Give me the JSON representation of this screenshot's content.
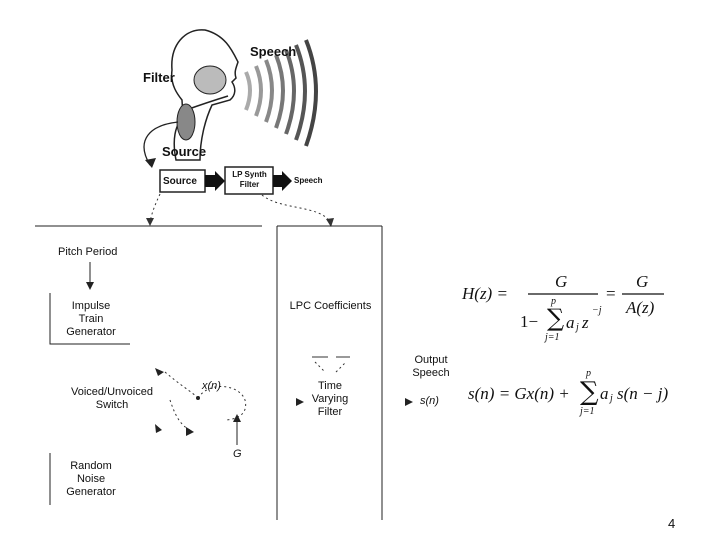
{
  "illustration": {
    "filter_label": "Filter",
    "speech_label": "Speech",
    "source_label": "Source",
    "block_source": "Source",
    "block_lp_line1": "LP Synth",
    "block_lp_line2": "Filter",
    "block_output": "Speech"
  },
  "model": {
    "pitch_period": "Pitch Period",
    "impulse_line1": "Impulse",
    "impulse_line2": "Train",
    "impulse_line3": "Generator",
    "voiced_line1": "Voiced/Unvoiced",
    "voiced_line2": "Switch",
    "random_line1": "Random",
    "random_line2": "Noise",
    "random_line3": "Generator",
    "xn": "x(n)",
    "gain": "G",
    "lpc": "LPC Coefficients",
    "tvf_line1": "Time",
    "tvf_line2": "Varying",
    "tvf_line3": "Filter",
    "output_line1": "Output",
    "output_line2": "Speech",
    "sn": "s(n)"
  },
  "equations": {
    "h_lhs": "H(z) =",
    "h_num": "G",
    "h_den_one": "1−",
    "h_den_terms": "a",
    "h_den_sub": "j",
    "h_den_z": "z",
    "h_den_sup": "−j",
    "h_sum_top": "p",
    "h_sum_bot": "j=1",
    "h_eq2": "=",
    "h_num2": "G",
    "h_den2": "A(z)",
    "s_lhs": "s(n) = Gx(n) +",
    "s_sum_top": "p",
    "s_sum_bot": "j=1",
    "s_rhs_a": "a",
    "s_rhs_sub": "j",
    "s_rhs_rest": "s(n − j)"
  },
  "page_number": "4"
}
